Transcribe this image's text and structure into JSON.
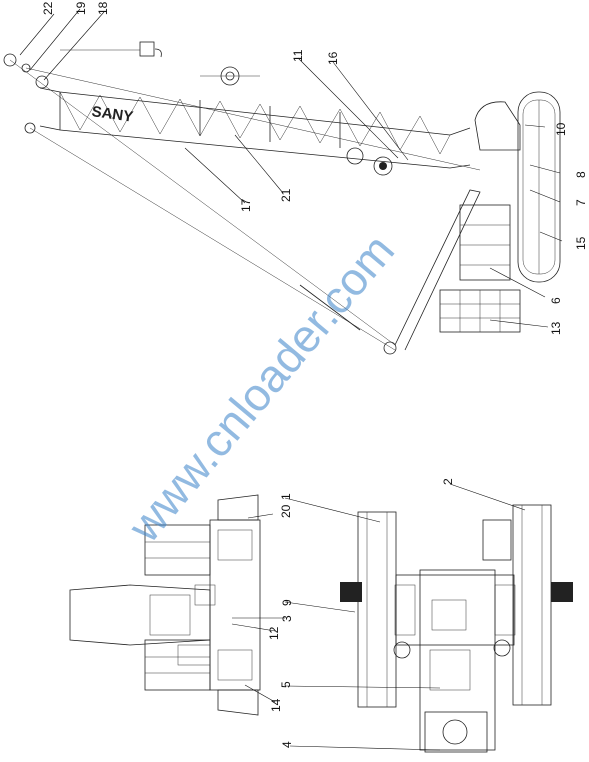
{
  "figure": {
    "brand_logo": "SANY",
    "watermark": "www.cnloader.com",
    "callouts": [
      "22",
      "19",
      "18",
      "11",
      "16",
      "10",
      "8",
      "7",
      "15",
      "6",
      "13",
      "17",
      "21",
      "20",
      "1",
      "3",
      "9",
      "12",
      "14",
      "5",
      "4",
      "2"
    ]
  }
}
